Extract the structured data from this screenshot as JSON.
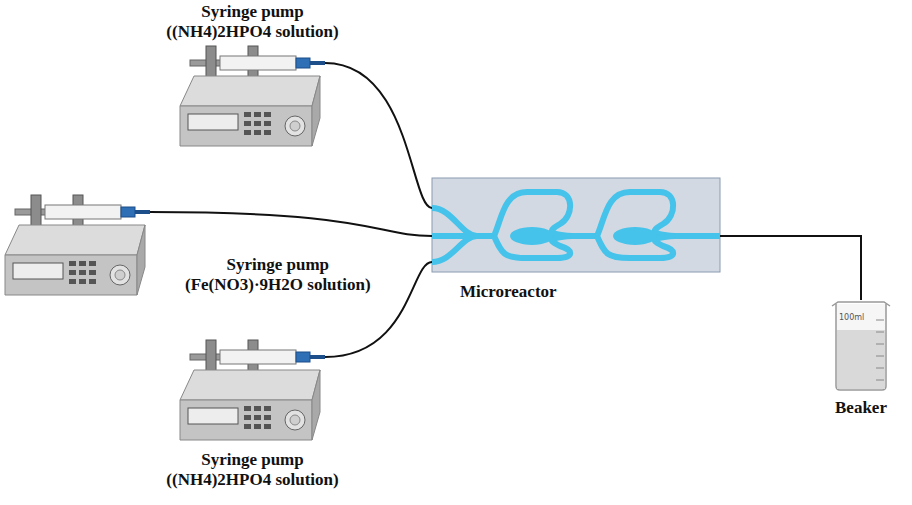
{
  "diagram": {
    "nodes": [
      {
        "text": [
          "Syringe pump",
          "((NH4)2HPO4 solution)"
        ]
      },
      {
        "text": [
          "Syringe pump",
          "(Fe(NO3)·9H2O solution)"
        ]
      },
      {
        "text": [
          "Syringe pump",
          "((NH4)2HPO4 solution)"
        ]
      },
      {
        "text": [
          "Microreactor"
        ]
      },
      {
        "text": [
          "Beaker"
        ]
      }
    ],
    "edges": [
      {
        "from": 0,
        "to": 3,
        "arrow": "none"
      },
      {
        "from": 1,
        "to": 3,
        "arrow": "none"
      },
      {
        "from": 2,
        "to": 3,
        "arrow": "none"
      },
      {
        "from": 3,
        "to": 4,
        "arrow": "none"
      }
    ],
    "labels": [
      "100ml"
    ]
  }
}
